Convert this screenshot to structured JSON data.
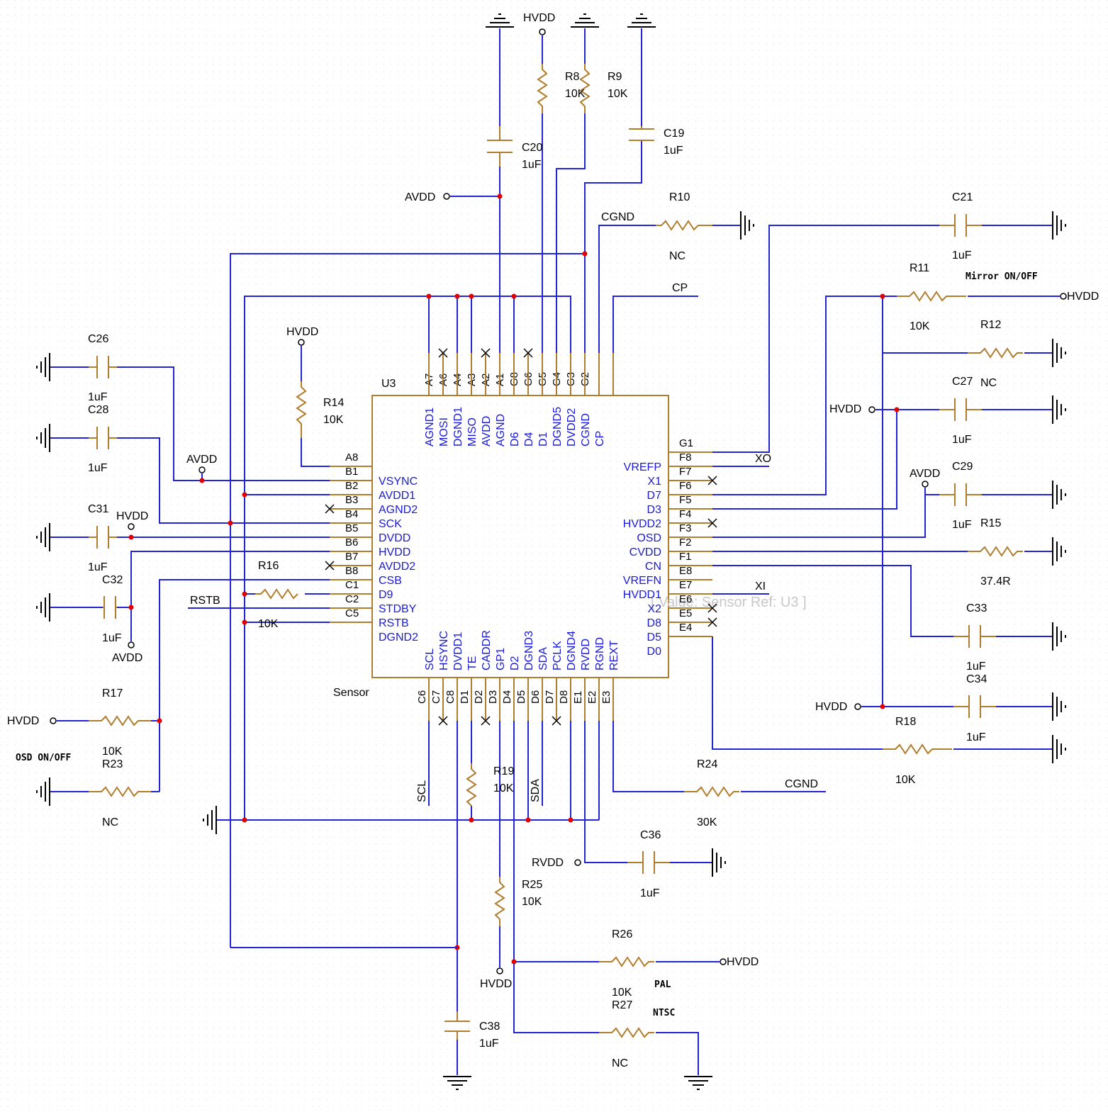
{
  "chip": {
    "ref": "U3",
    "value": "Sensor",
    "watermark": "[ Value: Sensor Ref: U3 ]",
    "top_pins": [
      {
        "num": "A7",
        "sig": "AGND1"
      },
      {
        "num": "A6",
        "sig": "MOSI"
      },
      {
        "num": "A4",
        "sig": "DGND1"
      },
      {
        "num": "A3",
        "sig": "MISO"
      },
      {
        "num": "A2",
        "sig": "AVDD"
      },
      {
        "num": "A1",
        "sig": "AGND"
      },
      {
        "num": "G8",
        "sig": "D6"
      },
      {
        "num": "G6",
        "sig": "D4"
      },
      {
        "num": "G5",
        "sig": "D1"
      },
      {
        "num": "G4",
        "sig": "DGND5"
      },
      {
        "num": "G3",
        "sig": "DVDD2"
      },
      {
        "num": "G2",
        "sig": "CGND"
      },
      {
        "num": "",
        "sig": "CP"
      }
    ],
    "left_pins": [
      {
        "num": "A8",
        "sig": ""
      },
      {
        "num": "B1",
        "sig": "VSYNC"
      },
      {
        "num": "B2",
        "sig": "AVDD1"
      },
      {
        "num": "B3",
        "sig": "AGND2"
      },
      {
        "num": "B4",
        "sig": "SCK"
      },
      {
        "num": "B5",
        "sig": "DVDD"
      },
      {
        "num": "B6",
        "sig": "HVDD"
      },
      {
        "num": "B7",
        "sig": "AVDD2"
      },
      {
        "num": "B8",
        "sig": "CSB"
      },
      {
        "num": "C1",
        "sig": "D9"
      },
      {
        "num": "C2",
        "sig": "STDBY"
      },
      {
        "num": "C5",
        "sig": "RSTB"
      },
      {
        "num": "",
        "sig": "DGND2"
      }
    ],
    "right_pins": [
      {
        "num": "G1",
        "sig": ""
      },
      {
        "num": "F8",
        "sig": "VREFP"
      },
      {
        "num": "F7",
        "sig": "X1"
      },
      {
        "num": "F6",
        "sig": "D7"
      },
      {
        "num": "F5",
        "sig": "D3"
      },
      {
        "num": "F4",
        "sig": "HVDD2"
      },
      {
        "num": "F3",
        "sig": "OSD"
      },
      {
        "num": "F2",
        "sig": "CVDD"
      },
      {
        "num": "F1",
        "sig": "CN"
      },
      {
        "num": "E8",
        "sig": "VREFN"
      },
      {
        "num": "E7",
        "sig": "HVDD1"
      },
      {
        "num": "E6",
        "sig": "X2"
      },
      {
        "num": "E5",
        "sig": "D8"
      },
      {
        "num": "E4",
        "sig": "D5"
      },
      {
        "num": "",
        "sig": "D0"
      }
    ],
    "bottom_pins": [
      {
        "num": "C6",
        "sig": "SCL"
      },
      {
        "num": "C7",
        "sig": "HSYNC"
      },
      {
        "num": "C8",
        "sig": "DVDD1"
      },
      {
        "num": "D1",
        "sig": "TE"
      },
      {
        "num": "D2",
        "sig": "CADDR"
      },
      {
        "num": "D3",
        "sig": "GP1"
      },
      {
        "num": "D4",
        "sig": "D2"
      },
      {
        "num": "D5",
        "sig": "DGND3"
      },
      {
        "num": "D6",
        "sig": "SDA"
      },
      {
        "num": "D7",
        "sig": "PCLK"
      },
      {
        "num": "D8",
        "sig": "DGND4"
      },
      {
        "num": "E1",
        "sig": "RVDD"
      },
      {
        "num": "E2",
        "sig": "RGND"
      },
      {
        "num": "E3",
        "sig": "REXT"
      }
    ]
  },
  "components": {
    "R8": {
      "ref": "R8",
      "value": "10K"
    },
    "R9": {
      "ref": "R9",
      "value": "10K"
    },
    "C19": {
      "ref": "C19",
      "value": "1uF"
    },
    "C20": {
      "ref": "C20",
      "value": "1uF"
    },
    "R10": {
      "ref": "R10",
      "value": "NC"
    },
    "C21": {
      "ref": "C21",
      "value": "1uF"
    },
    "R11": {
      "ref": "R11",
      "value": "10K"
    },
    "R12": {
      "ref": "R12",
      "value": ""
    },
    "C27": {
      "ref": "C27",
      "value": "1uF",
      "extra": "NC"
    },
    "C29": {
      "ref": "C29",
      "value": "1uF"
    },
    "R15": {
      "ref": "R15",
      "value": "37.4R"
    },
    "C33": {
      "ref": "C33",
      "value": "1uF"
    },
    "C34": {
      "ref": "C34",
      "value": "1uF"
    },
    "R18": {
      "ref": "R18",
      "value": "10K"
    },
    "R24": {
      "ref": "R24",
      "value": "30K"
    },
    "C36": {
      "ref": "C36",
      "value": "1uF"
    },
    "R25": {
      "ref": "R25",
      "value": "10K"
    },
    "R26": {
      "ref": "R26",
      "value": "10K"
    },
    "R27": {
      "ref": "R27",
      "value": "NC"
    },
    "C38": {
      "ref": "C38",
      "value": "1uF"
    },
    "R19": {
      "ref": "R19",
      "value": "10K"
    },
    "R14": {
      "ref": "R14",
      "value": "10K"
    },
    "C26": {
      "ref": "C26",
      "value": "1uF"
    },
    "C28": {
      "ref": "C28",
      "value": "1uF"
    },
    "C31": {
      "ref": "C31",
      "value": "1uF"
    },
    "C32": {
      "ref": "C32",
      "value": "1uF"
    },
    "R16": {
      "ref": "R16",
      "value": "10K"
    },
    "R17": {
      "ref": "R17",
      "value": "10K"
    },
    "R23": {
      "ref": "R23",
      "value": "NC"
    }
  },
  "nets": {
    "hvdd": "HVDD",
    "avdd": "AVDD",
    "cgnd": "CGND",
    "cp": "CP",
    "rstb": "RSTB",
    "rvdd": "RVDD",
    "scl": "SCL",
    "sda": "SDA",
    "xo": "XO",
    "xi": "XI"
  },
  "notes": {
    "mirror": "Mirror ON/OFF",
    "osd": "OSD ON/OFF",
    "pal": "PAL",
    "ntsc": "NTSC"
  },
  "colors": {
    "wire": "#2323d8",
    "part": "#b07d2c",
    "junction": "#e00000",
    "signal": "#1a1ad8"
  }
}
